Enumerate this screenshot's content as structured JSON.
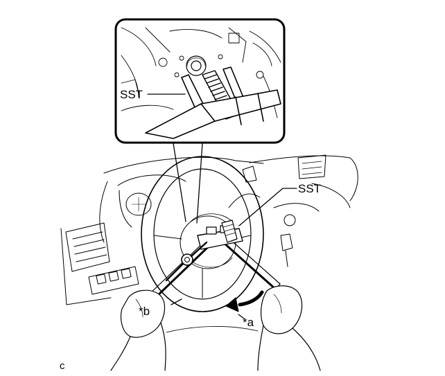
{
  "labels": {
    "sst_inset": "SST",
    "sst_main": "SST",
    "part_b": "*b",
    "part_a": "*a",
    "caption_code": "c"
  }
}
